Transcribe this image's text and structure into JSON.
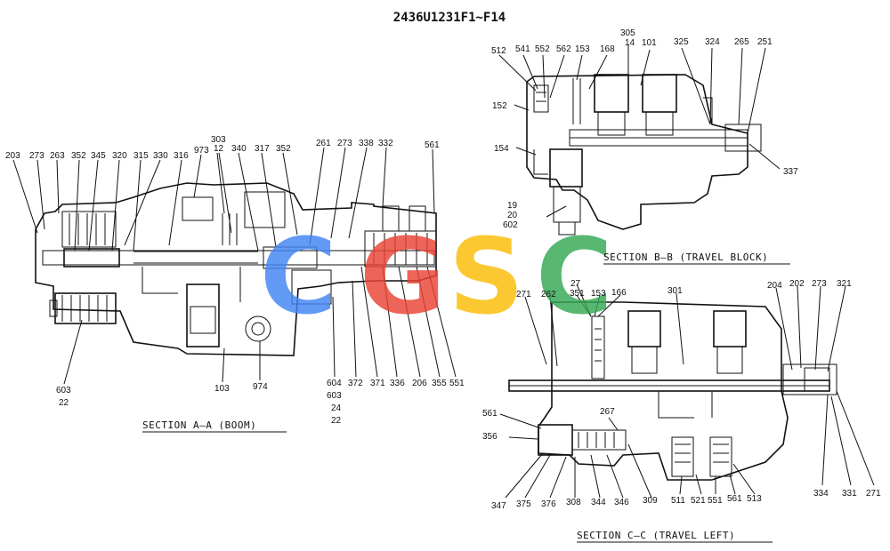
{
  "title": "2436U1231F1~F14",
  "sections": {
    "aa": "SECTION A—A (BOOM)",
    "bb": "SECTION B—B (TRAVEL BLOCK)",
    "cc": "SECTION C—C (TRAVEL LEFT)"
  },
  "watermark": {
    "letters": [
      "C",
      "G",
      "S",
      "C"
    ],
    "colors": [
      "#4285F4",
      "#EA4335",
      "#FBBC05",
      "#34A853"
    ]
  },
  "labels_aa_top": [
    "203",
    "273",
    "263",
    "352",
    "345",
    "320",
    "315",
    "330",
    "316",
    "973",
    "303",
    "12",
    "340",
    "317",
    "352",
    "261",
    "273",
    "338",
    "332",
    "561"
  ],
  "labels_aa_bottom": [
    "603",
    "22",
    "103",
    "974",
    "604",
    "603",
    "24",
    "22",
    "372",
    "371",
    "336",
    "206",
    "355",
    "551"
  ],
  "labels_bb": [
    "512",
    "541",
    "552",
    "562",
    "153",
    "168",
    "305",
    "14",
    "101",
    "325",
    "324",
    "265",
    "251",
    "152",
    "154",
    "19",
    "20",
    "602",
    "337"
  ],
  "labels_cc": [
    "27",
    "351",
    "153",
    "166",
    "271",
    "262",
    "301",
    "204",
    "202",
    "273",
    "321",
    "561",
    "356",
    "267",
    "347",
    "375",
    "376",
    "308",
    "344",
    "346",
    "309",
    "511",
    "521",
    "551",
    "561",
    "513",
    "334",
    "331",
    "271"
  ]
}
